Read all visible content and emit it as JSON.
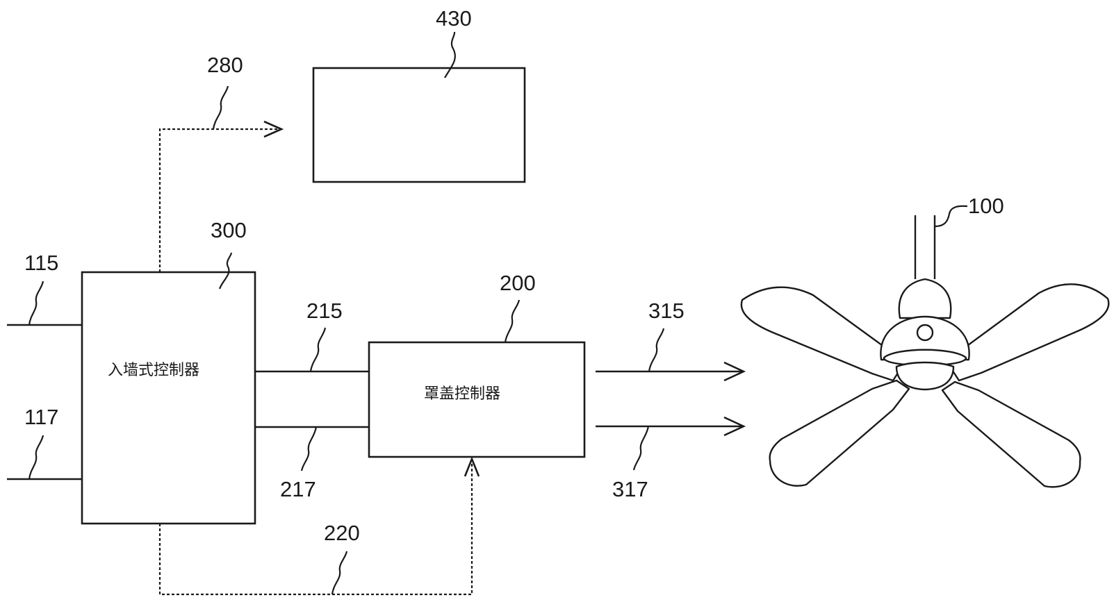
{
  "diagram": {
    "wall_controller": {
      "label": "入墙式控制器",
      "ref": "300"
    },
    "canopy_controller": {
      "label": "罩盖控制器",
      "ref": "200"
    },
    "remote_device": {
      "ref": "430"
    },
    "ceiling_fan": {
      "ref": "100"
    },
    "signals": {
      "wireless_out": "280",
      "input_line_1": "115",
      "input_line_2": "117",
      "link_line_1": "215",
      "link_line_2": "217",
      "wireless_link": "220",
      "fan_line_1": "315",
      "fan_line_2": "317"
    }
  }
}
